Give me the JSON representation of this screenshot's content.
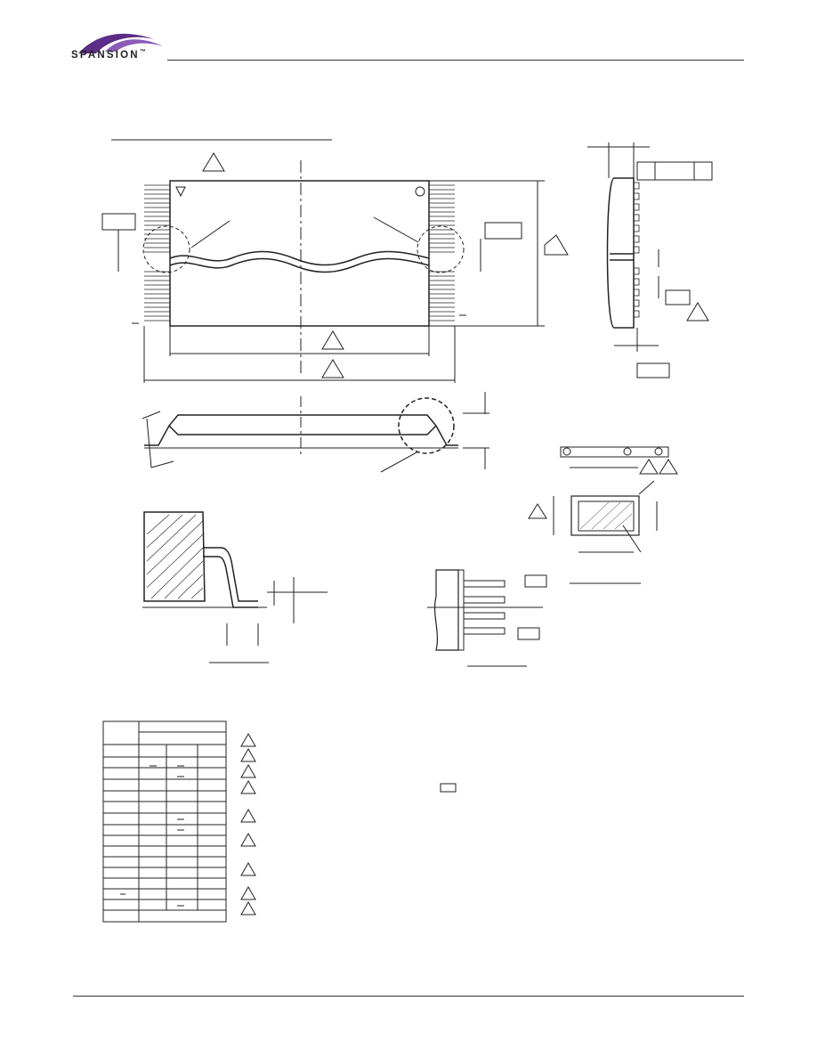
{
  "header": {
    "logo_text": "SPANSION",
    "trademark": "™",
    "brand_color": "#5b2d86"
  },
  "drawing": {
    "callout_symbols": [
      "triangle-marker",
      "datum-box",
      "section-circle"
    ]
  }
}
